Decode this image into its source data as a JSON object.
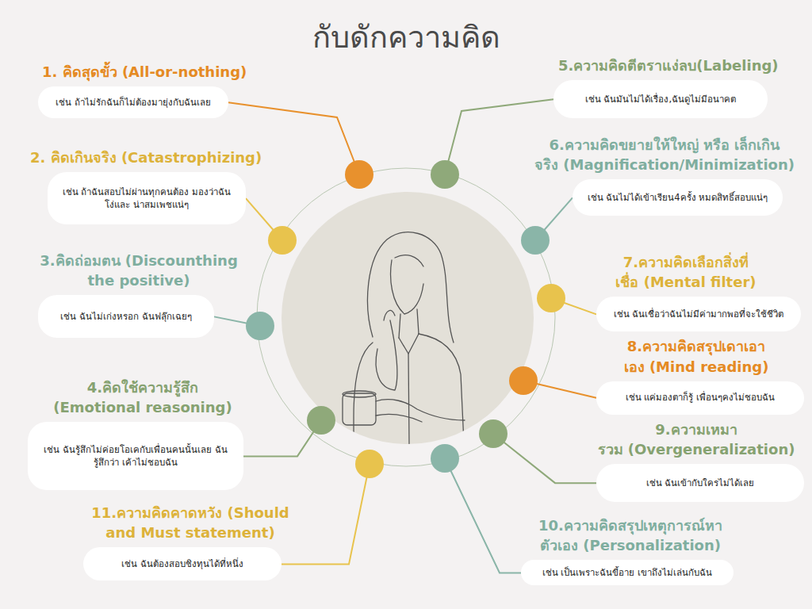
{
  "diagram": {
    "title": "กับดักความคิด",
    "nodes": [
      {
        "text": [
          "1. คิดสุดขั้ว (All-or-nothing)",
          "เช่น ถ้าไม่รักฉันก็ไม่ต้องมายุ่งกับฉันเลย"
        ]
      },
      {
        "text": [
          "2. คิดเกินจริง (Catastrophizing)",
          "เช่น ถ้าฉันสอบไม่ผ่านทุกคนต้อง มองว่าฉันโง่และ น่าสมเพชแน่ๆ"
        ]
      },
      {
        "text": [
          "3.คิดถ่อมตน (Discounthing the positive)",
          "เช่น ฉันไม่เก่งหรอก ฉันฟลุ๊กเฉยๆ"
        ]
      },
      {
        "text": [
          "4.คิดใช้ความรู้สึก (Emotional reasoning)",
          "เช่น ฉันรู้สึกไม่ค่อยโอเคกับเพื่อนคนนั้นเลย ฉันรู้สึกว่า เค้าไม่ชอบฉัน"
        ]
      },
      {
        "text": [
          "5.ความคิดตีตราแง่ลบ(Labeling)",
          "เช่น ฉันมันไม่ได้เรื่อง,ฉันดูไม่มีอนาคต"
        ]
      },
      {
        "text": [
          "6.ความคิดขยายให้ใหญ่ หรือ เล็กเกินจริง (Magnification/Minimization)",
          "เช่น ฉันไม่ได้เข้าเรียน4ครั้ง หมดสิทธิ์สอบแน่ๆ"
        ]
      },
      {
        "text": [
          "7.ความคิดเลือกสิ่งที่เชื่อ (Mental filter)",
          "เช่น ฉันเชื่อว่าฉันไม่มีค่ามากพอที่จะใช้ชีวิต"
        ]
      },
      {
        "text": [
          "8.ความคิดสรุปเดาเอาเอง (Mind reading)",
          "เช่น แค่มองตาก็รู้ เพื่อนๆคงไม่ชอบฉัน"
        ]
      },
      {
        "text": [
          "9.ความเหมารวม (Overgeneralization)",
          "เช่น ฉันเข้ากับใครไม่ได้เลย"
        ]
      },
      {
        "text": [
          "10.ความคิดสรุปเหตุการณ์หาตัวเอง (Personalization)",
          "เช่น เป็นเพราะฉันขี้อาย เขาถึงไม่เล่นกับฉัน"
        ]
      },
      {
        "text": [
          "11.ความคิดคาดหวัง (Should and Must statement)",
          "เช่น ฉันต้องสอบชิงทุนได้ที่หนึ่ง"
        ]
      }
    ]
  }
}
